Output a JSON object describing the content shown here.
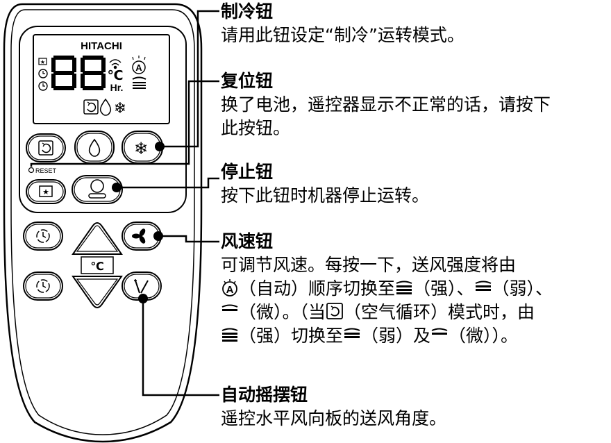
{
  "remote": {
    "brand": "HITACHI",
    "display_digits": "88",
    "display_hr": "Hr.",
    "display_degree": "℃",
    "display_auto": "A",
    "reset_label": "RESET",
    "temp_label": "℃"
  },
  "callouts": {
    "cool": {
      "title": "制冷钮",
      "desc": "请用此钮设定“制冷”运转模式。"
    },
    "reset": {
      "title": "复位钮",
      "desc_line1": "换了电池，遥控器显示不正常的话，请按下",
      "desc_line2": "此按钮。"
    },
    "stop": {
      "title": "停止钮",
      "desc": "按下此钮时机器停止运转。"
    },
    "fan": {
      "title": "风速钮",
      "line1": "可调节风速。每按一下，送风强度将由",
      "auto": "（自动）顺序切换至",
      "strong": "（强）、",
      "weak": "（弱）、",
      "micro": "（微）。（当",
      "circ": "（空气循环）模式时，由",
      "strong2": "（强）切换至",
      "weak2": "（弱）及",
      "micro2": "（微））。"
    },
    "swing": {
      "title": "自动摇摆钮",
      "desc": "遥控水平风向板的送风角度。"
    }
  },
  "colors": {
    "ink": "#000000",
    "background": "#ffffff"
  }
}
